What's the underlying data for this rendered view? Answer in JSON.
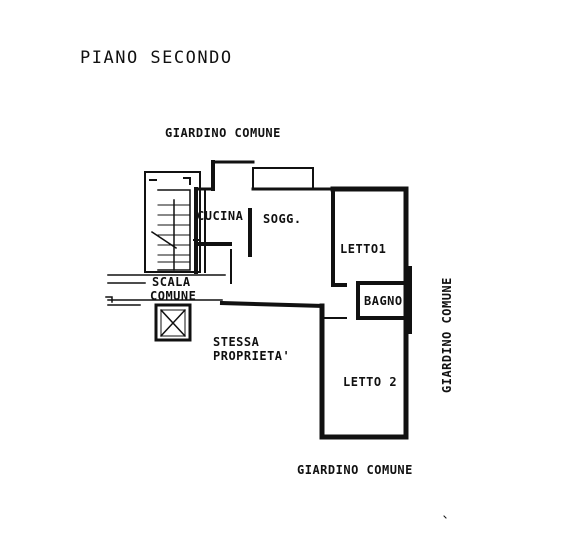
{
  "title": "PIANO SECONDO",
  "labels": {
    "garden_top": "GIARDINO   COMUNE",
    "garden_bottom": "GIARDINO COMUNE",
    "garden_right": "GIARDINO COMUNE"
  },
  "rooms": {
    "cucina": "CUCINA",
    "soggiorno": "SOGG.",
    "letto1": "LETTO1",
    "bagno": "BAGNO",
    "letto2": "LETTO 2",
    "scala_line1": "SCALA",
    "scala_line2": "COMUNE",
    "stessa_line1": "STESSA",
    "stessa_line2": "PROPRIETA'"
  },
  "colors": {
    "ink": "#111111",
    "paper": "#ffffff"
  }
}
